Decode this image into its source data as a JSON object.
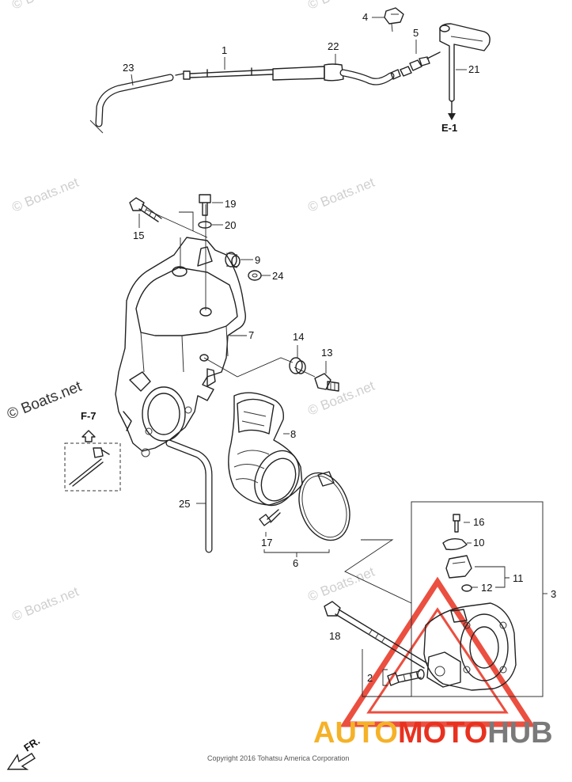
{
  "labels": {
    "p1": "1",
    "p2": "2",
    "p3": "3",
    "p4": "4",
    "p5": "5",
    "p6": "6",
    "p7": "7",
    "p8": "8",
    "p9": "9",
    "p10": "10",
    "p11": "11",
    "p12": "12",
    "p13": "13",
    "p14": "14",
    "p15": "15",
    "p16": "16",
    "p17": "17",
    "p18": "18",
    "p19": "19",
    "p20": "20",
    "p21": "21",
    "p22": "22",
    "p23": "23",
    "p24": "24",
    "p25": "25",
    "ref_e1": "E-1",
    "ref_f7": "F-7",
    "fr": "FR."
  },
  "watermark": "© Boats.net",
  "copyright": "Copyright 2016 Tohatsu America Corporation",
  "brand": {
    "part1": "AUTO",
    "part2": "MOTO",
    "part3": "HUB",
    "color1": "#f5b228",
    "color2": "#e8311f",
    "color3": "#7a7a7a"
  }
}
